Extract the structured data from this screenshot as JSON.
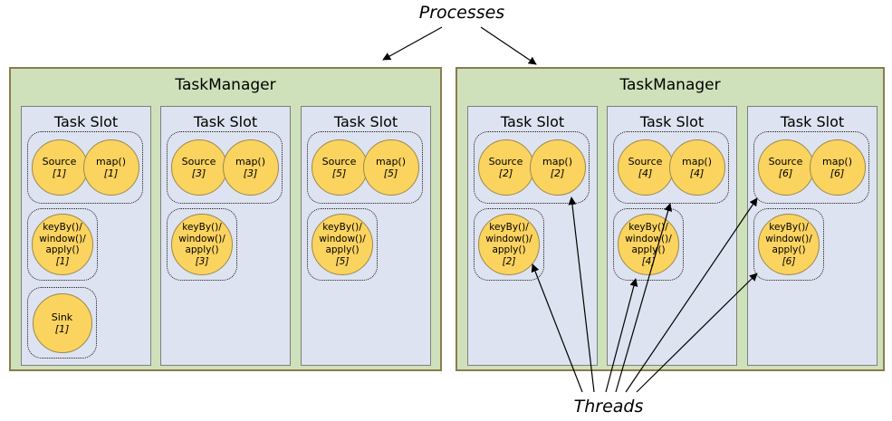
{
  "labels": {
    "processes": "Processes",
    "threads": "Threads"
  },
  "colors": {
    "tm_fill": "#cfe1ba",
    "tm_border": "#8c7b4f",
    "slot_fill": "#dde3f0",
    "slot_border": "#7f7f7f",
    "task_fill": "#fbd35f",
    "task_border": "#99894f",
    "arrow": "#000000",
    "text": "#000000"
  },
  "task_managers": [
    {
      "title": "TaskManager",
      "slots": [
        {
          "title": "Task Slot",
          "source_name": "Source",
          "source_index": "[1]",
          "map_name": "map()",
          "map_index": "[1]",
          "keyby_line1": "keyBy()/",
          "keyby_line2": "window()/",
          "keyby_line3": "apply()",
          "keyby_index": "[1]",
          "sink_name": "Sink",
          "sink_index": "[1]"
        },
        {
          "title": "Task Slot",
          "source_name": "Source",
          "source_index": "[3]",
          "map_name": "map()",
          "map_index": "[3]",
          "keyby_line1": "keyBy()/",
          "keyby_line2": "window()/",
          "keyby_line3": "apply()",
          "keyby_index": "[3]"
        },
        {
          "title": "Task Slot",
          "source_name": "Source",
          "source_index": "[5]",
          "map_name": "map()",
          "map_index": "[5]",
          "keyby_line1": "keyBy()/",
          "keyby_line2": "window()/",
          "keyby_line3": "apply()",
          "keyby_index": "[5]"
        }
      ]
    },
    {
      "title": "TaskManager",
      "slots": [
        {
          "title": "Task Slot",
          "source_name": "Source",
          "source_index": "[2]",
          "map_name": "map()",
          "map_index": "[2]",
          "keyby_line1": "keyBy()/",
          "keyby_line2": "window()/",
          "keyby_line3": "apply()",
          "keyby_index": "[2]"
        },
        {
          "title": "Task Slot",
          "source_name": "Source",
          "source_index": "[4]",
          "map_name": "map()",
          "map_index": "[4]",
          "keyby_line1": "keyBy()/",
          "keyby_line2": "window()/",
          "keyby_line3": "apply()",
          "keyby_index": "[4]"
        },
        {
          "title": "Task Slot",
          "source_name": "Source",
          "source_index": "[6]",
          "map_name": "map()",
          "map_index": "[6]",
          "keyby_line1": "keyBy()/",
          "keyby_line2": "window()/",
          "keyby_line3": "apply()",
          "keyby_index": "[6]"
        }
      ]
    }
  ]
}
